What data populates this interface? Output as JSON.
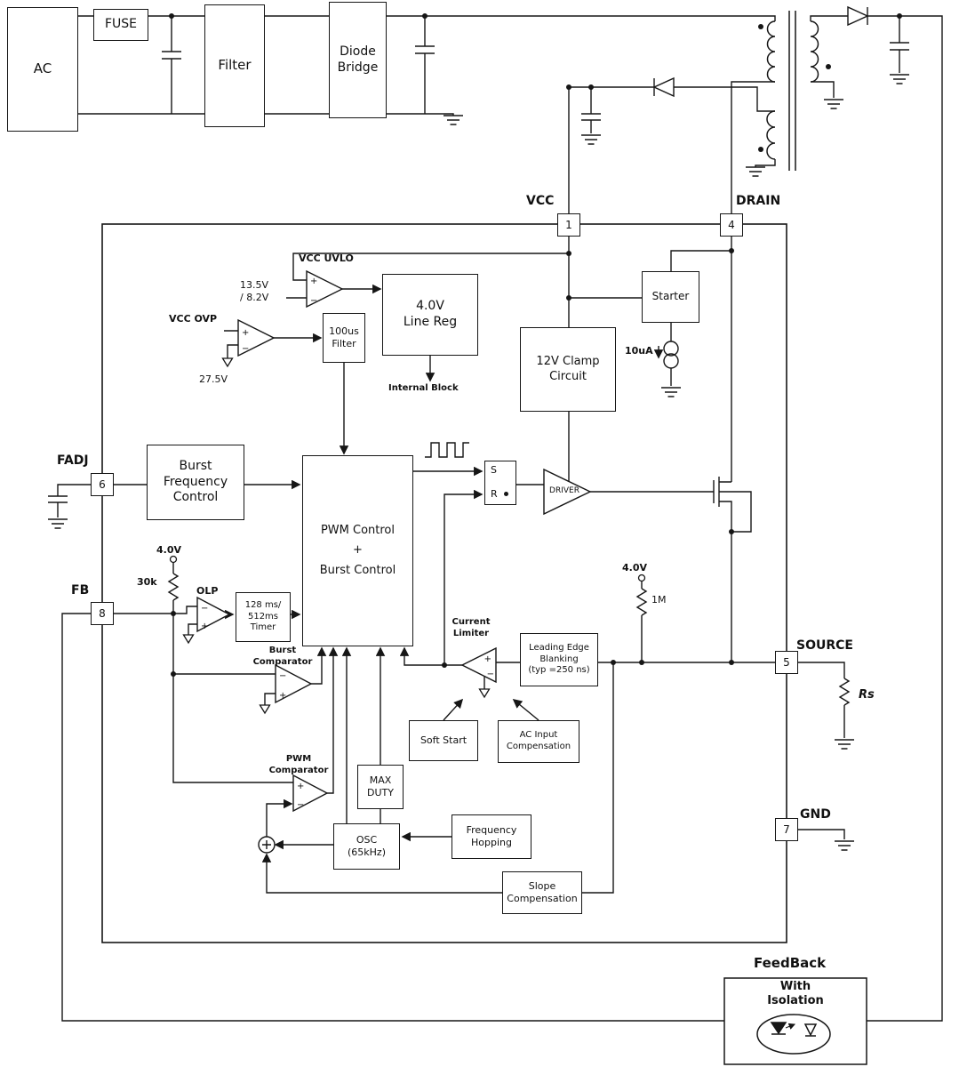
{
  "power_chain": {
    "ac": "AC",
    "fuse": "FUSE",
    "filter": "Filter",
    "bridge1": "Diode",
    "bridge2": "Bridge"
  },
  "pins": {
    "vcc": {
      "num": "1",
      "label": "VCC"
    },
    "drain": {
      "num": "4",
      "label": "DRAIN"
    },
    "fadj": {
      "num": "6",
      "label": "FADJ"
    },
    "fb": {
      "num": "8",
      "label": "FB"
    },
    "source": {
      "num": "5",
      "label": "SOURCE"
    },
    "gnd": {
      "num": "7",
      "label": "GND"
    }
  },
  "comparators": {
    "uvlo": {
      "label": "VCC UVLO",
      "thr1": "13.5V",
      "thr2": "/ 8.2V",
      "plus": "+",
      "minus": "−"
    },
    "ovp": {
      "label": "VCC OVP",
      "thr": "27.5V",
      "plus": "+",
      "minus": "−"
    },
    "olp": {
      "label": "OLP",
      "plus": "+",
      "minus": "−"
    },
    "burst": {
      "line1": "Burst",
      "line2": "Comparator",
      "plus": "+",
      "minus": "−"
    },
    "pwm": {
      "line1": "PWM",
      "line2": "Comparator",
      "plus": "+",
      "minus": "−"
    },
    "ilim": {
      "line1": "Current",
      "line2": "Limiter",
      "plus": "+",
      "minus": "−"
    }
  },
  "blocks": {
    "filter100": {
      "line1": "100us",
      "line2": "Filter"
    },
    "linereg": {
      "line1": "4.0V",
      "line2": "Line Reg",
      "note": "Internal Block"
    },
    "clamp": {
      "line1": "12V Clamp",
      "line2": "Circuit"
    },
    "starter": {
      "label": "Starter",
      "current": "10uA"
    },
    "bfc": {
      "line1": "Burst",
      "line2": "Frequency",
      "line3": "Control"
    },
    "pwmctl": {
      "line1": "PWM Control",
      "line2": "+",
      "line3": "Burst Control"
    },
    "sr": {
      "s": "S",
      "r": "R"
    },
    "driver": {
      "label": "DRIVER"
    },
    "timer": {
      "line1": "128 ms/",
      "line2": "512ms",
      "line3": "Timer"
    },
    "maxduty": {
      "line1": "MAX",
      "line2": "DUTY"
    },
    "osc": {
      "line1": "OSC",
      "line2": "(65kHz)"
    },
    "freqhop": {
      "line1": "Frequency",
      "line2": "Hopping"
    },
    "slope": {
      "line1": "Slope",
      "line2": "Compensation"
    },
    "leb": {
      "line1": "Leading Edge",
      "line2": "Blanking",
      "line3": "(typ =250 ns)"
    },
    "softstart": {
      "label": "Soft Start"
    },
    "accomp": {
      "line1": "AC Input",
      "line2": "Compensation"
    },
    "feedback": {
      "title": "FeedBack",
      "line1": "With",
      "line2": "Isolation"
    }
  },
  "references": {
    "fb_pullup": {
      "voltage": "4.0V",
      "value": "30k"
    },
    "source_pullup": {
      "voltage": "4.0V",
      "value": "1M"
    },
    "sense": {
      "value": "Rs"
    }
  },
  "colors": {
    "line": "#161616",
    "bg": "#ffffff"
  }
}
